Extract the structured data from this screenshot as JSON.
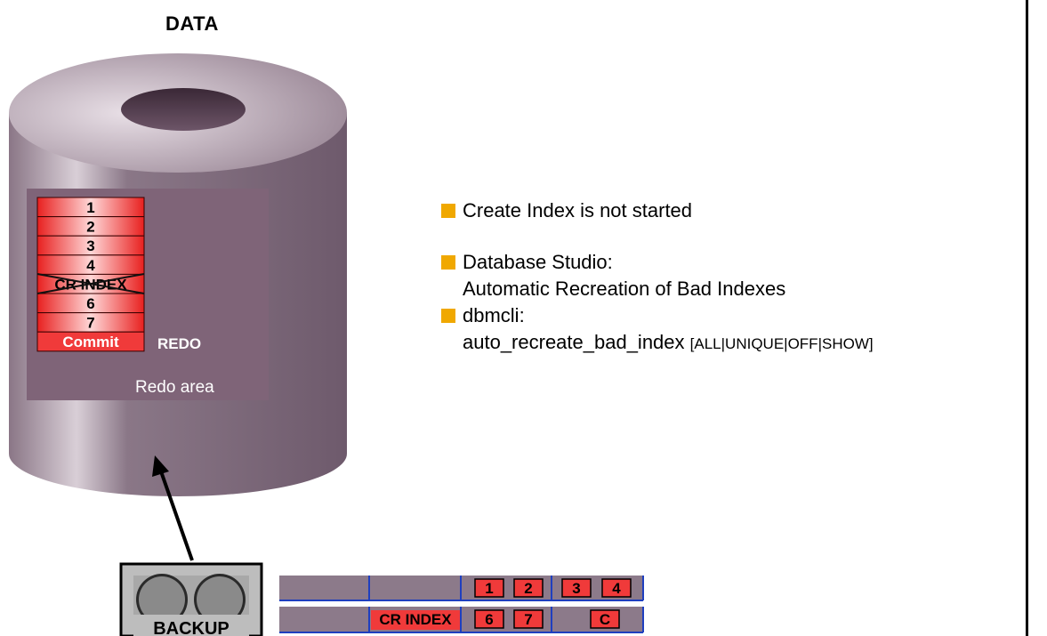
{
  "title": "DATA",
  "redo_stack": [
    "1",
    "2",
    "3",
    "4",
    "CR INDEX",
    "6",
    "7",
    "Commit"
  ],
  "redo_label": "REDO",
  "redo_area_label": "Redo area",
  "backup_label": "BACKUP",
  "bullets": [
    {
      "line1": "Create Index is not started",
      "line2": "",
      "suffix": ""
    },
    {
      "line1": "Database Studio:",
      "line2": "Automatic Recreation of Bad Indexes",
      "suffix": ""
    },
    {
      "line1": "dbmcli:",
      "line2": "auto_recreate_bad_index ",
      "suffix": "[ALL|UNIQUE|OFF|SHOW]"
    }
  ],
  "log_row1": [
    "1",
    "2",
    "3",
    "4"
  ],
  "log_row2": [
    "CR INDEX",
    "6",
    "7",
    "C"
  ],
  "colors": {
    "cylinder": "#7a6577",
    "redo_area": "#7f6478",
    "redo_red": "#f03a3a",
    "log_bg": "#8c7a8a",
    "bullet": "#f0a800"
  }
}
